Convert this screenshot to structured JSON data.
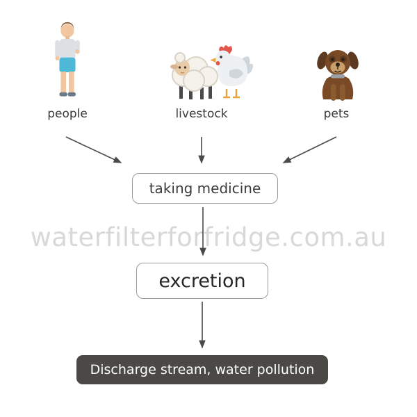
{
  "watermark": "waterfilterforfridge.com.au",
  "sources": {
    "people": {
      "label": "people"
    },
    "livestock": {
      "label": "livestock"
    },
    "pets": {
      "label": "pets"
    }
  },
  "flow": {
    "taking_medicine": "taking medicine",
    "excretion": "excretion",
    "discharge": "Discharge stream, water pollution"
  },
  "icons": {
    "people": "person-icon",
    "livestock": [
      "sheep-icon",
      "chicken-icon"
    ],
    "pets": "dog-icon"
  },
  "colors": {
    "box_border": "#9b9b9b",
    "box_text": "#3a3a3a",
    "arrow": "#4a4a4a",
    "discharge_bg": "#4a4946",
    "discharge_text": "#ffffff",
    "watermark": "#cfcfcf",
    "background": "#ffffff"
  }
}
